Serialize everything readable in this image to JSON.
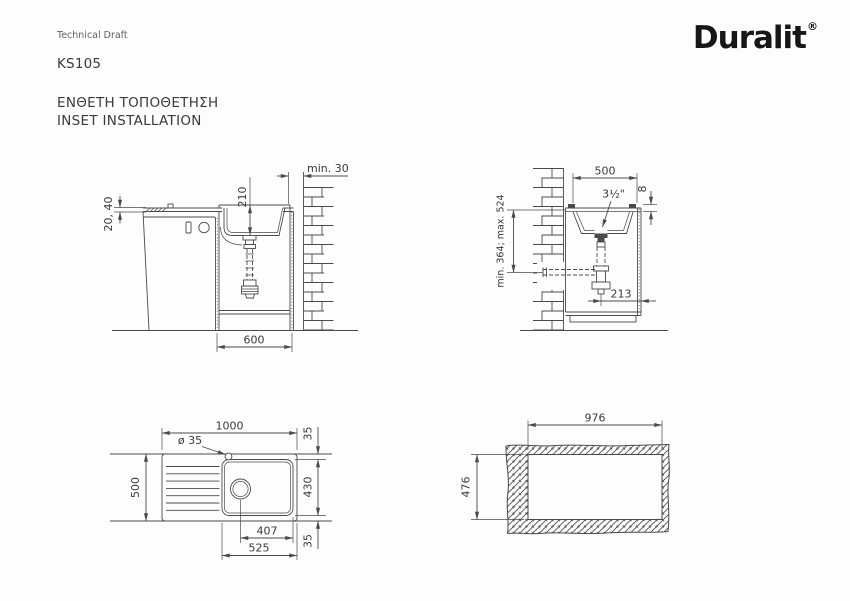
{
  "header": {
    "doc_type": "Technical Draft",
    "model": "KS105",
    "title_line1": "ΕΝΘΕΤΗ ΤΟΠΟΘΕΤΗΣΗ",
    "title_line2": "INSET INSTALLATION"
  },
  "brand": {
    "name": "Duralit",
    "mark": "®"
  },
  "colors": {
    "line": "#4a4a4a",
    "text": "#3a3a3a",
    "background": "#fdfdfd"
  },
  "drawings": {
    "side_section": {
      "dims": {
        "wall_gap": "min. 30",
        "bowl_depth": "210",
        "counter_thickness": "20, 40",
        "cabinet_width": "600"
      }
    },
    "front_section": {
      "dims": {
        "sink_width": "500",
        "drain_thread": "3½\"",
        "rim_height": "8",
        "trap_height": "min. 364; max. 524",
        "drain_offset": "213"
      }
    },
    "top_view": {
      "dims": {
        "length": "1000",
        "width": "500",
        "tap_hole": "ø 35",
        "rim_front": "35",
        "bowl_width": "430",
        "rim_back": "35",
        "drain_position": "407",
        "bowl_length": "525"
      }
    },
    "cutout": {
      "dims": {
        "cutout_length": "976",
        "cutout_width": "476"
      }
    }
  }
}
